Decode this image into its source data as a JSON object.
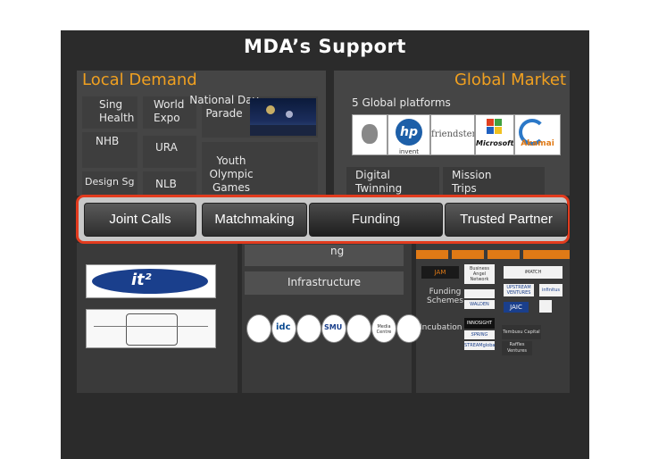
{
  "title": "MDA’s Support",
  "local": {
    "heading": "Local Demand",
    "sing_health": "Sing\nHealth",
    "world_expo": "World\nExpo",
    "national_day": "National Day\nParade",
    "nhb": "NHB",
    "ura": "URA",
    "youth_olympic": "Youth\nOlympic\nGames",
    "design_sg": "Design Sg",
    "nlb": "NLB"
  },
  "global": {
    "heading": "Global Market",
    "platforms": "5 Global platforms",
    "digital_twinning": "Digital\nTwinning",
    "mission_trips": "Mission\nTrips",
    "logos": [
      "hp",
      "invent",
      "friendster",
      "Microsoft",
      "Akamai"
    ]
  },
  "bar": {
    "joint_calls": "Joint Calls",
    "matchmaking": "Matchmaking",
    "funding": "Funding",
    "trusted_partner": "Trusted Partner"
  },
  "infra": {
    "infrastructure": "Infrastructure",
    "ng": "ng",
    "funding_schemes": "Funding\nSchemes",
    "incubation": "Incubation",
    "it2": "it²",
    "idc": "idc",
    "smu": "SMU",
    "media_centre": "Media Centre",
    "business_angel": "Business\nAngel\nNetwork",
    "imatch": "iMATCH",
    "upstream": "UPSTREAM\nVENTURES",
    "innosight": "INNOSIGHT",
    "spring": "SPRING",
    "jaic": "JAIC",
    "tembusu": "Tembusu\nCapital",
    "raffles": "Raffles\nVentures",
    "walden": "WALDEN",
    "infinitus": "infinitus",
    "streamglobal": "STREAMglobal"
  },
  "colors": {
    "accent": "#f0a020",
    "bar_border": "#e23b1e",
    "slide_bg": "#2b2b2b"
  }
}
